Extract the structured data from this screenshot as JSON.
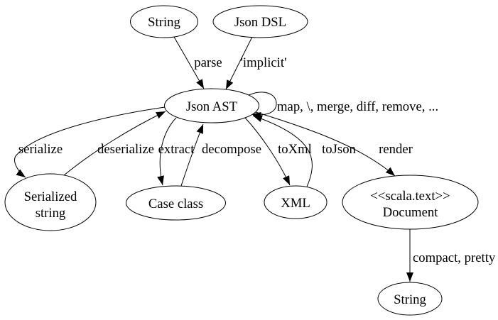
{
  "colors": {
    "background": "#ffffff",
    "stroke": "#000000",
    "text": "#000000"
  },
  "nodes": {
    "string_top": {
      "label": "String"
    },
    "json_dsl": {
      "label": "Json DSL"
    },
    "json_ast": {
      "label": "Json AST"
    },
    "serialized_string": {
      "line1": "Serialized",
      "line2": "string"
    },
    "case_class": {
      "label": "Case class"
    },
    "xml": {
      "label": "XML"
    },
    "scala_text_document": {
      "line1": "<<scala.text>>",
      "line2": "Document"
    },
    "string_bottom": {
      "label": "String"
    }
  },
  "edges": {
    "parse": "parse",
    "implicit": "'implicit'",
    "self_ops": "map, \\, merge, diff, remove, ...",
    "serialize": "serialize",
    "deserialize": "deserialize",
    "extract": "extract",
    "decompose": "decompose",
    "to_xml": "toXml",
    "to_json": "toJson",
    "render": "render",
    "compact_pretty": "compact, pretty"
  }
}
